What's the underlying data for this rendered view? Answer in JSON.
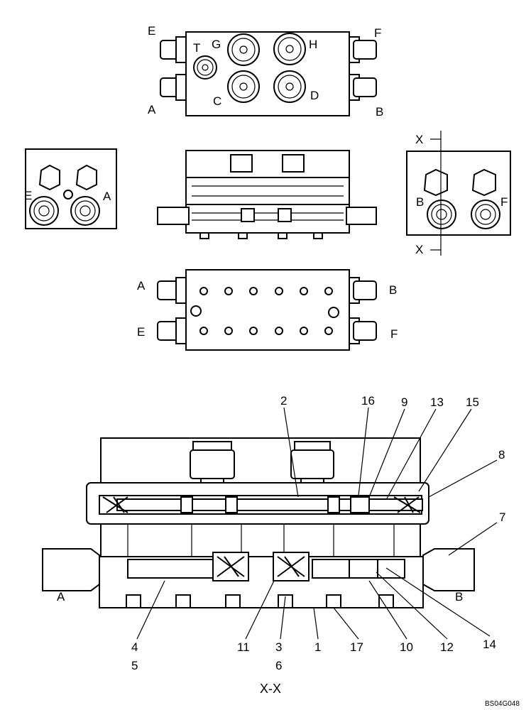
{
  "top_view": {
    "ports": {
      "e": "E",
      "f": "F",
      "a": "A",
      "b": "B",
      "t": "T",
      "g": "G",
      "h": "H",
      "c": "C",
      "d": "D"
    }
  },
  "left_end_view": {
    "ports": {
      "e": "E",
      "a": "A"
    }
  },
  "right_end_view": {
    "ports": {
      "b": "B",
      "f": "F"
    },
    "section_marks": [
      "X",
      "X"
    ]
  },
  "bottom_view": {
    "ports": {
      "a": "A",
      "b": "B",
      "e": "E",
      "f": "F"
    }
  },
  "section_view": {
    "port_a": "A",
    "port_b": "B",
    "callouts": [
      "2",
      "16",
      "9",
      "13",
      "15",
      "8",
      "7",
      "4",
      "5",
      "11",
      "3",
      "6",
      "1",
      "17",
      "10",
      "12",
      "14"
    ],
    "title": "X-X"
  },
  "drawing_code": "BS04G048"
}
